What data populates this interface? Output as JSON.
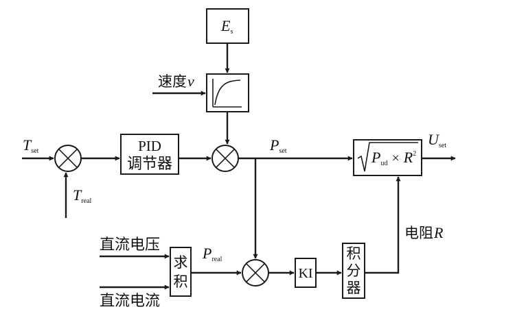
{
  "blocks": {
    "es": {
      "symbol": "E",
      "sub": "s"
    },
    "pid": {
      "line1": "PID",
      "line2": "调节器"
    },
    "sqrt": {
      "p": "P",
      "p_sub": "ud",
      "times": "×",
      "r": "R",
      "r_sup": "2"
    },
    "qiuji": {
      "line1": "求",
      "line2": "积"
    },
    "ki": {
      "label": "KI"
    },
    "jifenqi": {
      "line1": "积",
      "line2": "分",
      "line3": "器"
    }
  },
  "signals": {
    "t_set": {
      "symbol": "T",
      "sub": "set"
    },
    "t_real": {
      "symbol": "T",
      "sub": "real"
    },
    "speed": {
      "label": "速度",
      "symbol": "v"
    },
    "p_set": {
      "symbol": "P",
      "sub": "set"
    },
    "u_set": {
      "symbol": "U",
      "sub": "set"
    },
    "p_real": {
      "symbol": "P",
      "sub": "real"
    },
    "dc_voltage": {
      "label": "直流电压"
    },
    "dc_current": {
      "label": "直流电流"
    },
    "resistance": {
      "label": "电阻",
      "symbol": "R"
    }
  }
}
